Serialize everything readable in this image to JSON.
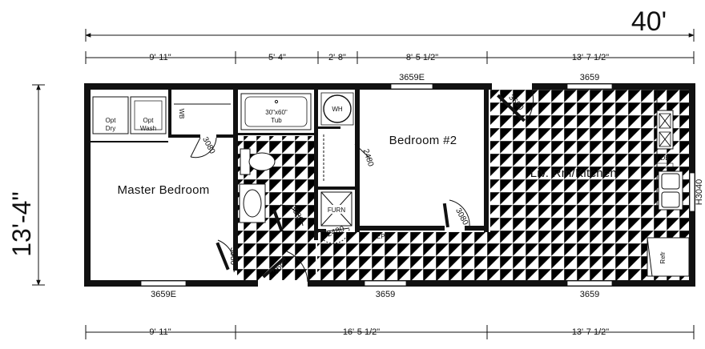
{
  "overall": {
    "length": "40'",
    "width": "13'-4\""
  },
  "top_dims": [
    "9'-11\"",
    "5'-4\"",
    "2'-8\"",
    "8'-5 1/2\"",
    "13'-7 1/2\""
  ],
  "bottom_dims": [
    "9'-11\"",
    "16'-5 1/2\"",
    "13'-7 1/2\""
  ],
  "rooms": {
    "master": "Master Bedroom",
    "bedroom2": "Bedroom #2",
    "living": "Liv. Rm/Kitchen"
  },
  "windows": {
    "top_bed2": "3659E",
    "top_living": "3659",
    "bottom_master": "3659E",
    "bottom_middle": "3659",
    "bottom_living": "3659",
    "right_side": "H3040"
  },
  "doors": {
    "master_closet": "3080",
    "bath": "3080",
    "bed2_closet": "2480",
    "bed2": "3080",
    "furn": "2480",
    "master": "3080",
    "entry_front": "3680",
    "entry_top": "3680"
  },
  "fixtures": {
    "opt_dry_1": "Opt",
    "opt_dry_2": "Dry",
    "opt_wash_1": "Opt",
    "opt_wash_2": "Wash",
    "wb": "WB",
    "tub_1": "30\"x60\"",
    "tub_2": "Tub",
    "wh": "WH",
    "furn": "FURN",
    "epb": "EPB",
    "db": "DB",
    "refr": "Refr"
  }
}
